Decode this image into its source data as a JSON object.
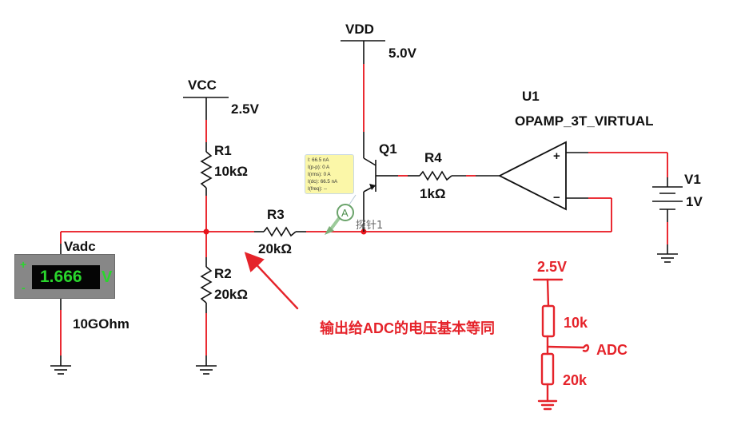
{
  "title": "Transistor current-source ADC input circuit (Multisim)",
  "supplies": {
    "vdd": {
      "name": "VDD",
      "value": "5.0V"
    },
    "vcc": {
      "name": "VCC",
      "value": "2.5V"
    },
    "v1": {
      "name": "V1",
      "value": "1V"
    }
  },
  "components": {
    "r1": {
      "ref": "R1",
      "value": "10kΩ"
    },
    "r2": {
      "ref": "R2",
      "value": "20kΩ"
    },
    "r3": {
      "ref": "R3",
      "value": "20kΩ"
    },
    "r4": {
      "ref": "R4",
      "value": "1kΩ"
    },
    "q1": {
      "ref": "Q1"
    },
    "u1": {
      "ref": "U1",
      "model": "OPAMP_3T_VIRTUAL",
      "plus": "+",
      "minus": "−"
    }
  },
  "voltmeter": {
    "name": "Vadc",
    "reading": "1.666",
    "unit": "V",
    "plus": "+",
    "minus": "-",
    "impedance": "10GOhm"
  },
  "probe": {
    "label": "探针1",
    "symbol": "A",
    "readings": [
      "I: 66.5 nA",
      "I(p-p): 0 A",
      "I(rms): 0 A",
      "I(dc): 66.5 nA",
      "I(freq): --"
    ]
  },
  "annotation": {
    "text": "输出给ADC的电压基本等同",
    "color": "#e5232a"
  },
  "equivalent_circuit": {
    "supply": "2.5V",
    "r_top": "10k",
    "r_bottom": "20k",
    "output": "ADC"
  },
  "colors": {
    "wire_active": "#e8131b",
    "wire": "#111111",
    "meter_display": "#29d62c",
    "tooltip_bg": "#fbf7a8"
  }
}
